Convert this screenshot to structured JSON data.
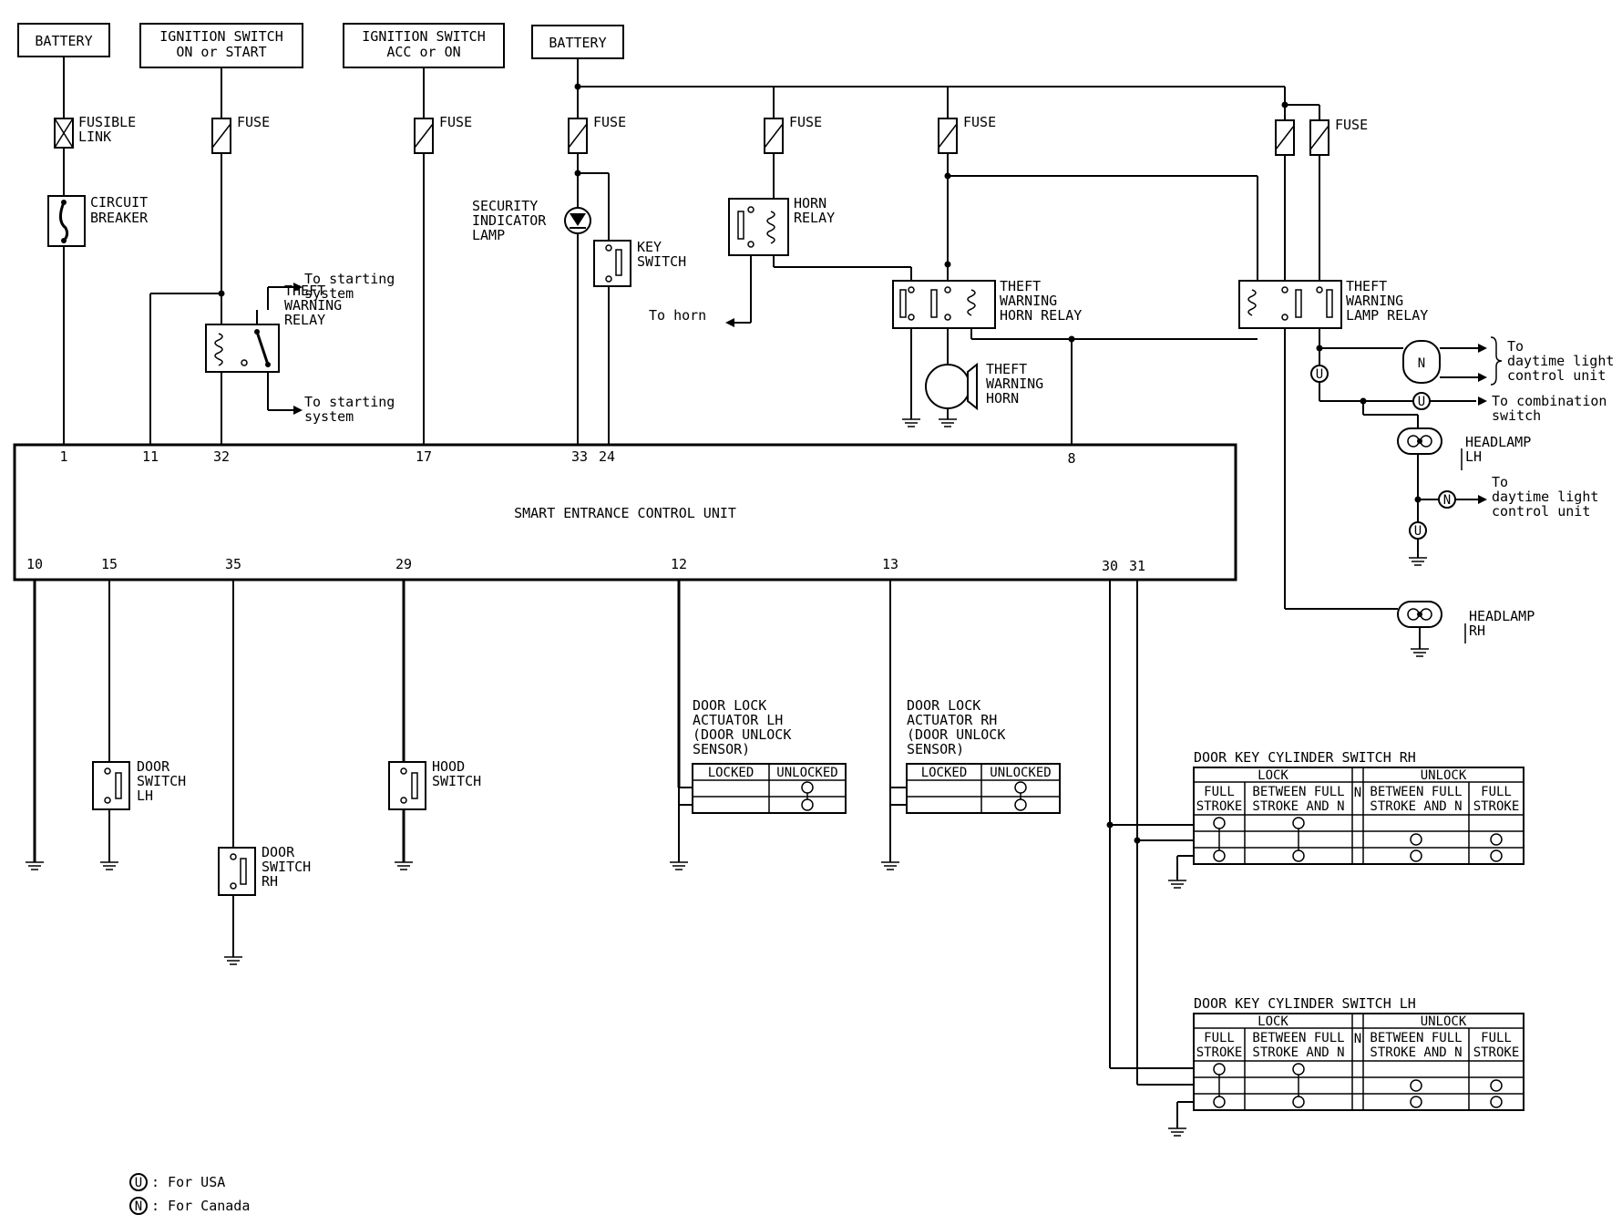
{
  "sources": {
    "battery_left": "BATTERY",
    "ignition_on_start": [
      "IGNITION SWITCH",
      "ON or START"
    ],
    "ignition_acc_on": [
      "IGNITION SWITCH",
      "ACC or ON"
    ],
    "battery_right": "BATTERY"
  },
  "fusible_link": [
    "FUSIBLE",
    "LINK"
  ],
  "circuit_breaker": [
    "CIRCUIT",
    "BREAKER"
  ],
  "fuse_label": "FUSE",
  "security_indicator_lamp": [
    "SECURITY",
    "INDICATOR",
    "LAMP"
  ],
  "key_switch": [
    "KEY",
    "SWITCH"
  ],
  "horn_relay": [
    "HORN",
    "RELAY"
  ],
  "to_horn": "To horn",
  "theft_warning_relay": [
    "THEFT",
    "WARNING",
    "RELAY"
  ],
  "to_starting_system_1": [
    "To starting",
    "system"
  ],
  "to_starting_system_2": [
    "To starting",
    "system"
  ],
  "theft_warning_horn_relay": [
    "THEFT",
    "WARNING",
    "HORN RELAY"
  ],
  "theft_warning_horn": [
    "THEFT",
    "WARNING",
    "HORN"
  ],
  "theft_warning_lamp_relay": [
    "THEFT",
    "WARNING",
    "LAMP RELAY"
  ],
  "to_daytime_1": [
    "To",
    "daytime light",
    "control unit"
  ],
  "to_combination_switch": [
    "To combination",
    "switch"
  ],
  "headlamp_lh": [
    "HEADLAMP",
    "LH"
  ],
  "to_daytime_2": [
    "To",
    "daytime light",
    "control unit"
  ],
  "headlamp_rh": [
    "HEADLAMP",
    "RH"
  ],
  "control_unit": {
    "title": "SMART ENTRANCE CONTROL UNIT",
    "top_terminals": [
      "1",
      "11",
      "32",
      "17",
      "33",
      "24",
      "8"
    ],
    "bottom_terminals": [
      "10",
      "15",
      "35",
      "29",
      "12",
      "13",
      "30",
      "31"
    ]
  },
  "door_switch_lh": [
    "DOOR",
    "SWITCH",
    "LH"
  ],
  "door_switch_rh": [
    "DOOR",
    "SWITCH",
    "RH"
  ],
  "hood_switch": [
    "HOOD",
    "SWITCH"
  ],
  "door_lock_actuator_lh": [
    "DOOR LOCK",
    "ACTUATOR LH",
    "(DOOR UNLOCK",
    "SENSOR)"
  ],
  "door_lock_actuator_rh": [
    "DOOR LOCK",
    "ACTUATOR RH",
    "(DOOR UNLOCK",
    "SENSOR)"
  ],
  "actuator_table": {
    "locked": "LOCKED",
    "unlocked": "UNLOCKED"
  },
  "key_cyl_rh": {
    "title": "DOOR KEY CYLINDER SWITCH RH",
    "lock": "LOCK",
    "unlock": "UNLOCK",
    "n": "N",
    "cols": [
      [
        "FULL",
        "STROKE"
      ],
      [
        "BETWEEN FULL",
        "STROKE AND N"
      ],
      [
        "BETWEEN FULL",
        "STROKE AND N"
      ],
      [
        "FULL",
        "STROKE"
      ]
    ]
  },
  "key_cyl_lh": {
    "title": "DOOR KEY CYLINDER SWITCH LH",
    "lock": "LOCK",
    "unlock": "UNLOCK",
    "n": "N",
    "cols": [
      [
        "FULL",
        "STROKE"
      ],
      [
        "BETWEEN FULL",
        "STROKE AND N"
      ],
      [
        "BETWEEN FULL",
        "STROKE AND N"
      ],
      [
        "FULL",
        "STROKE"
      ]
    ]
  },
  "legend": {
    "u_symbol": "U",
    "n_symbol": "N",
    "u_text": ": For USA",
    "n_text": ": For Canada"
  }
}
